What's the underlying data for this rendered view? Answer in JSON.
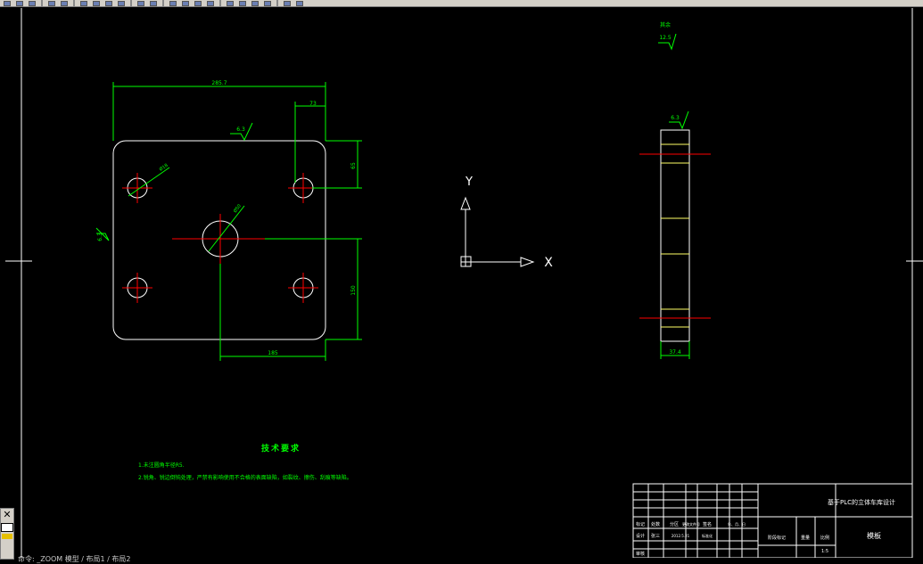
{
  "drawing": {
    "front_view": {
      "width_dim": "285.7",
      "top_offset_dim": "73",
      "right_upper_dim": "65",
      "right_lower_dim": "150",
      "bottom_dim": "185",
      "roughness_top": "6.3",
      "roughness_left": "6.3",
      "hole_small_note": "Ø18",
      "hole_center_note": "Ø50"
    },
    "side_view": {
      "roughness": "6.3",
      "thickness_dim": "37.4"
    },
    "surface_note": {
      "line1": "其余",
      "line2": "12.5"
    },
    "ucs": {
      "x_label": "X",
      "y_label": "Y"
    },
    "tech_requirements": {
      "title": "技术要求",
      "item1": "1.未注圆角半径R5.",
      "item2": "2.锐角、锐边倒钝处理，严禁有影响使用不合格的表面缺陷，如裂纹、擦伤、刮痕等缺陷。"
    },
    "title_block": {
      "drawing_title": "基于PLC的立体车库设计",
      "part_name": "模板",
      "header_row": [
        "标记",
        "处数",
        "分区",
        "更改文件号",
        "签名",
        "年、月、日"
      ],
      "design_row": [
        "设计",
        "张三",
        "2012.5.21",
        "标准化"
      ],
      "stage_labels": [
        "阶段标记",
        "重量",
        "比例"
      ],
      "scale": "1:5",
      "review": "审核"
    }
  },
  "status": {
    "command": "命令: _ZOOM  模型 / 布局1 / 布局2"
  },
  "colors": {
    "background": "#000000",
    "outline": "#ffffff",
    "dimension": "#00ff00",
    "centerline": "#ff0000",
    "hidden": "#ffff66"
  },
  "icons": [
    "close-icon",
    "properties-icon"
  ]
}
